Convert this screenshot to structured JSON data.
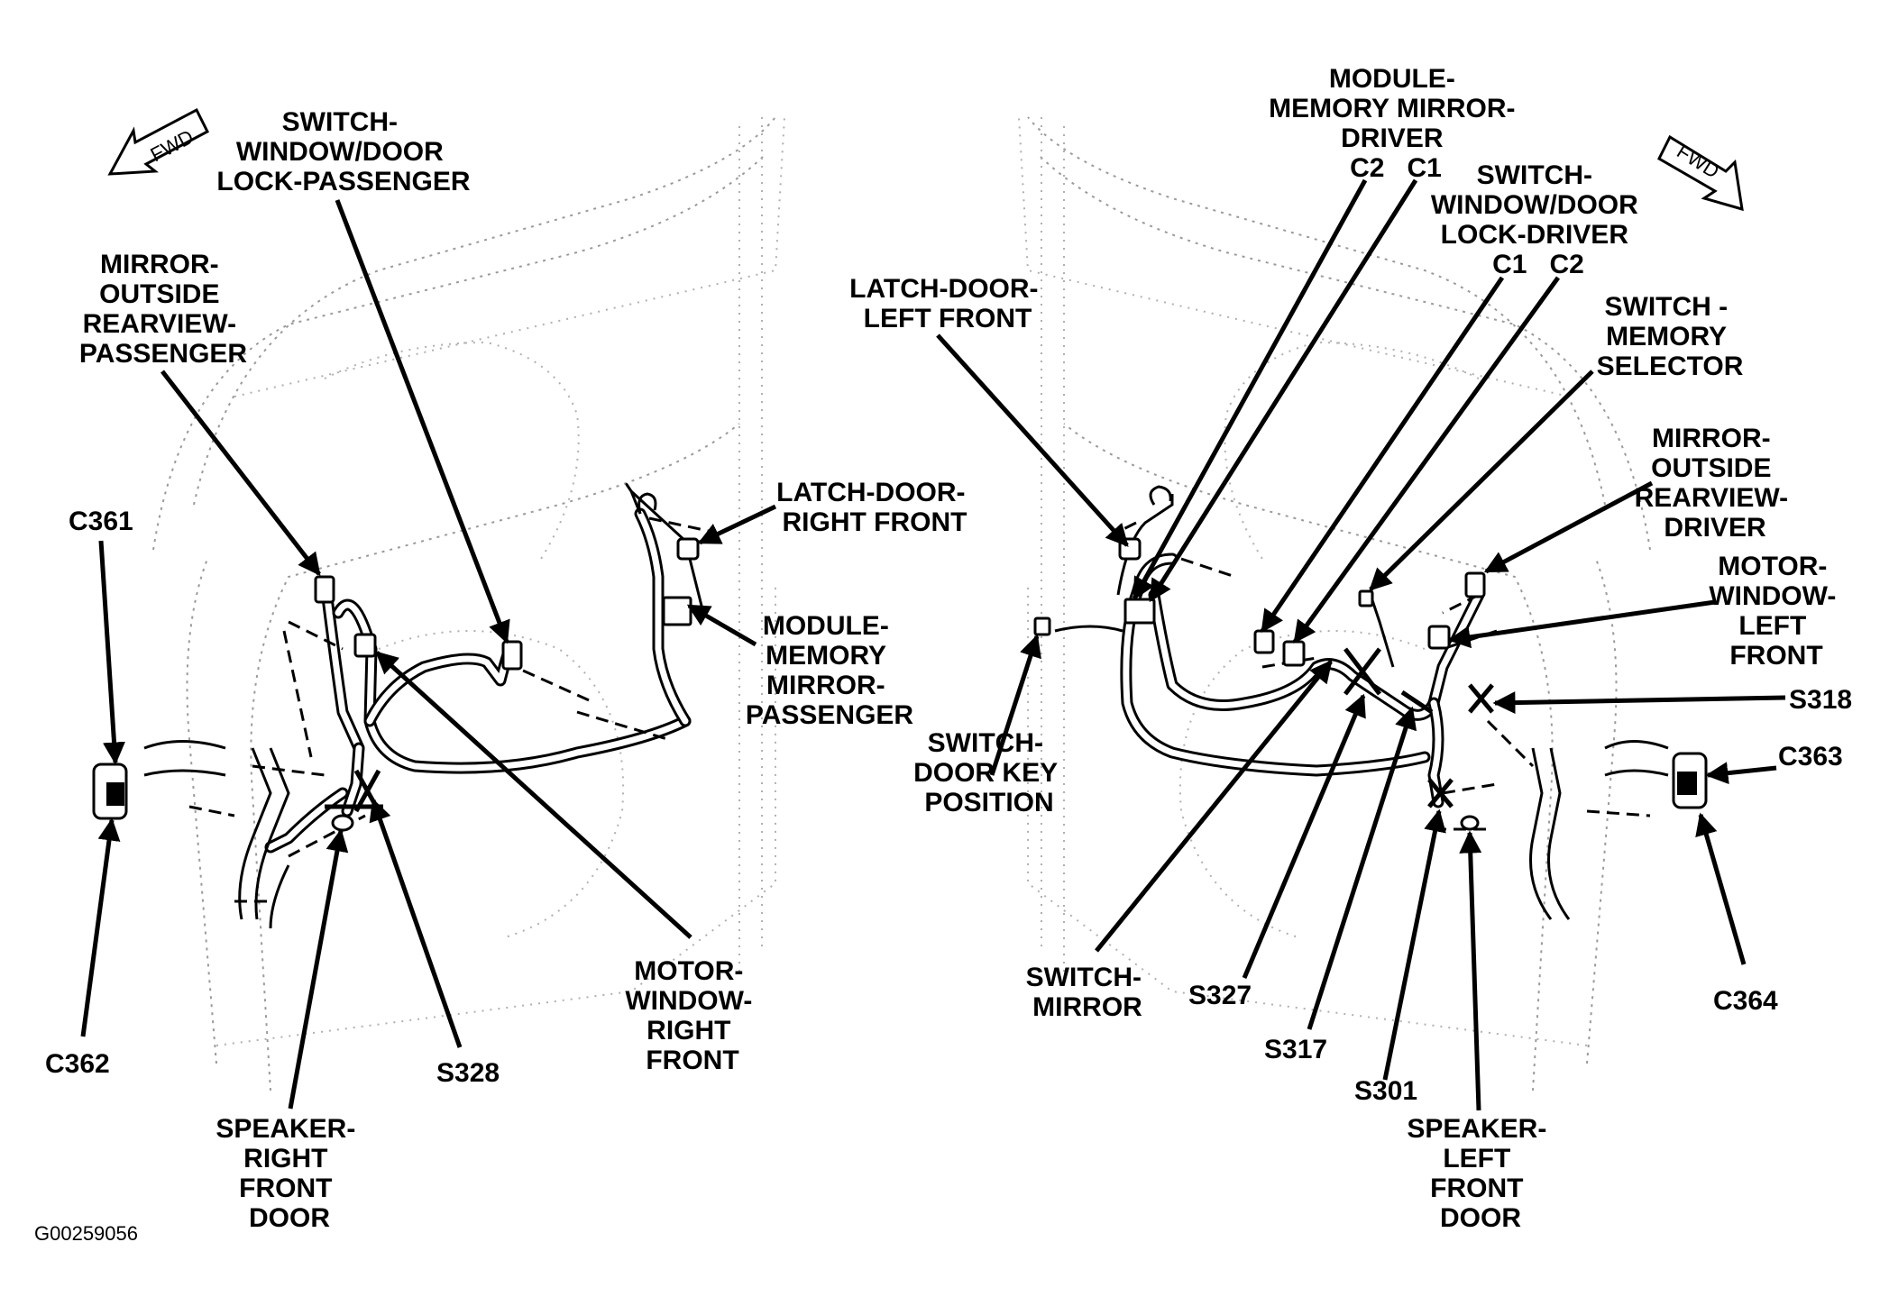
{
  "figure_id": "G00259056",
  "fwd_label": "FWD",
  "labels": {
    "switch_window_door_lock_passenger": [
      "SWITCH-",
      "WINDOW/DOOR",
      "LOCK-PASSENGER"
    ],
    "mirror_outside_rearview_passenger": [
      "MIRROR-",
      "OUTSIDE",
      "REARVIEW-",
      "PASSENGER"
    ],
    "c361": "C361",
    "c362": "C362",
    "latch_door_right_front": [
      "LATCH-DOOR-",
      "RIGHT FRONT"
    ],
    "module_memory_mirror_passenger": [
      "MODULE-",
      "MEMORY",
      "MIRROR-",
      "PASSENGER"
    ],
    "motor_window_right_front": [
      "MOTOR-",
      "WINDOW-",
      "RIGHT",
      "FRONT"
    ],
    "s328": "S328",
    "speaker_right_front_door": [
      "SPEAKER-",
      "RIGHT",
      "FRONT",
      "DOOR"
    ],
    "latch_door_left_front": [
      "LATCH-DOOR-",
      "LEFT FRONT"
    ],
    "switch_door_key_position": [
      "SWITCH-",
      "DOOR KEY",
      "POSITION"
    ],
    "module_memory_mirror_driver": [
      "MODULE-",
      "MEMORY MIRROR-",
      "DRIVER",
      "C2   C1"
    ],
    "switch_window_door_lock_driver": [
      "SWITCH-",
      "WINDOW/DOOR",
      "LOCK-DRIVER",
      "C1   C2"
    ],
    "switch_memory_selector": [
      "SWITCH -",
      "MEMORY",
      "SELECTOR"
    ],
    "mirror_outside_rearview_driver": [
      "MIRROR-",
      "OUTSIDE",
      "REARVIEW-",
      "DRIVER"
    ],
    "motor_window_left_front": [
      "MOTOR-",
      "WINDOW-",
      "LEFT",
      "FRONT"
    ],
    "s318": "S318",
    "c363": "C363",
    "c364": "C364",
    "switch_mirror": [
      "SWITCH-",
      "MIRROR"
    ],
    "s327": "S327",
    "s317": "S317",
    "s301": "S301",
    "speaker_left_front_door": [
      "SPEAKER-",
      "LEFT",
      "FRONT",
      "DOOR"
    ]
  }
}
